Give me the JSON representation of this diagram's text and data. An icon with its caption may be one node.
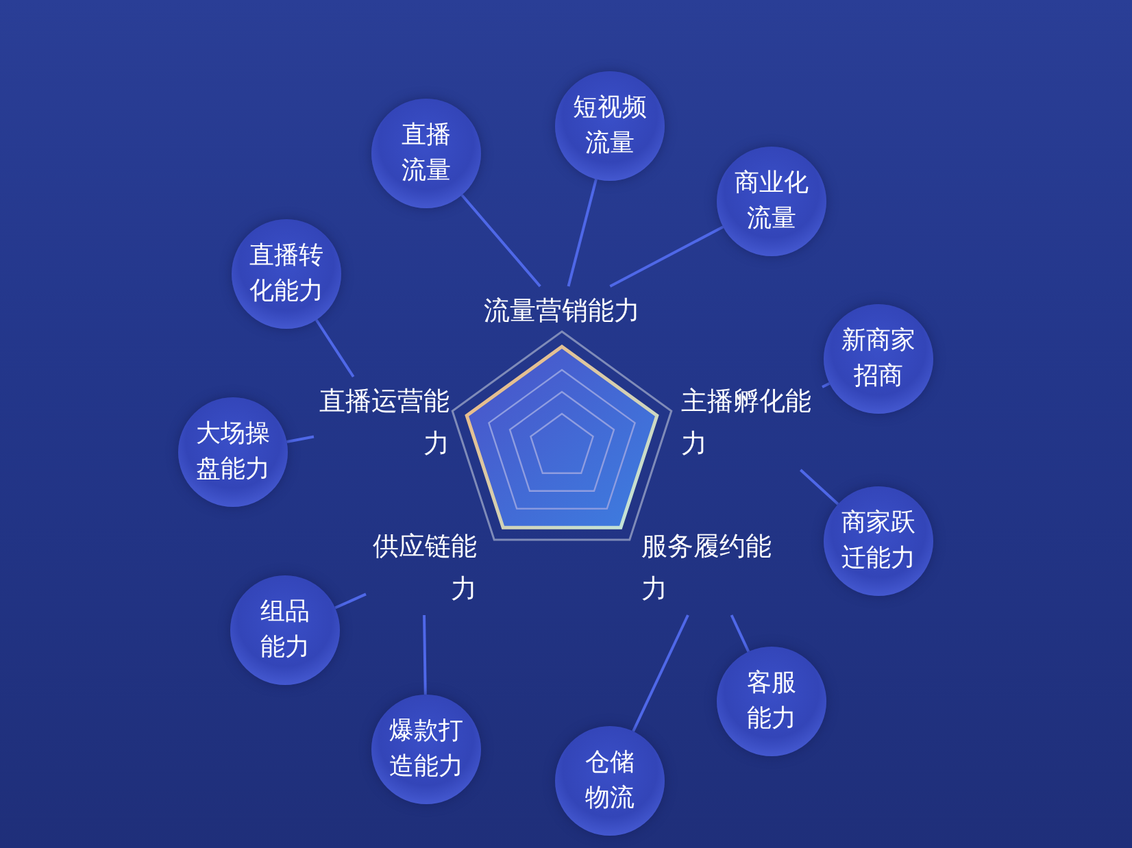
{
  "diagram": {
    "nodes": [
      {
        "text": [
          "直播流量"
        ]
      },
      {
        "text": [
          "短视频流量"
        ]
      },
      {
        "text": [
          "商业化流量"
        ]
      },
      {
        "text": [
          "直播转化能力"
        ]
      },
      {
        "text": [
          "流量营销能力"
        ]
      },
      {
        "text": [
          "新商家招商"
        ]
      },
      {
        "text": [
          "直播运营能力"
        ]
      },
      {
        "text": [
          "主播孵化能力"
        ]
      },
      {
        "text": [
          "大场操盘能力"
        ]
      },
      {
        "text": [
          "商家跃迁能力"
        ]
      },
      {
        "text": [
          "供应链能力"
        ]
      },
      {
        "text": [
          "服务履约能力"
        ]
      },
      {
        "text": [
          "组品能力"
        ]
      },
      {
        "text": [
          "客服能力"
        ]
      },
      {
        "text": [
          "爆款打造能力"
        ]
      },
      {
        "text": [
          "仓储物流"
        ]
      }
    ],
    "edges": [
      {
        "from": 4,
        "to": 0,
        "arrow": "none"
      },
      {
        "from": 4,
        "to": 1,
        "arrow": "none"
      },
      {
        "from": 4,
        "to": 2,
        "arrow": "none"
      },
      {
        "from": 6,
        "to": 3,
        "arrow": "none"
      },
      {
        "from": 6,
        "to": 8,
        "arrow": "none"
      },
      {
        "from": 7,
        "to": 5,
        "arrow": "none"
      },
      {
        "from": 7,
        "to": 9,
        "arrow": "none"
      },
      {
        "from": 10,
        "to": 12,
        "arrow": "none"
      },
      {
        "from": 10,
        "to": 14,
        "arrow": "none"
      },
      {
        "from": 11,
        "to": 13,
        "arrow": "none"
      },
      {
        "from": 11,
        "to": 15,
        "arrow": "none"
      }
    ]
  }
}
